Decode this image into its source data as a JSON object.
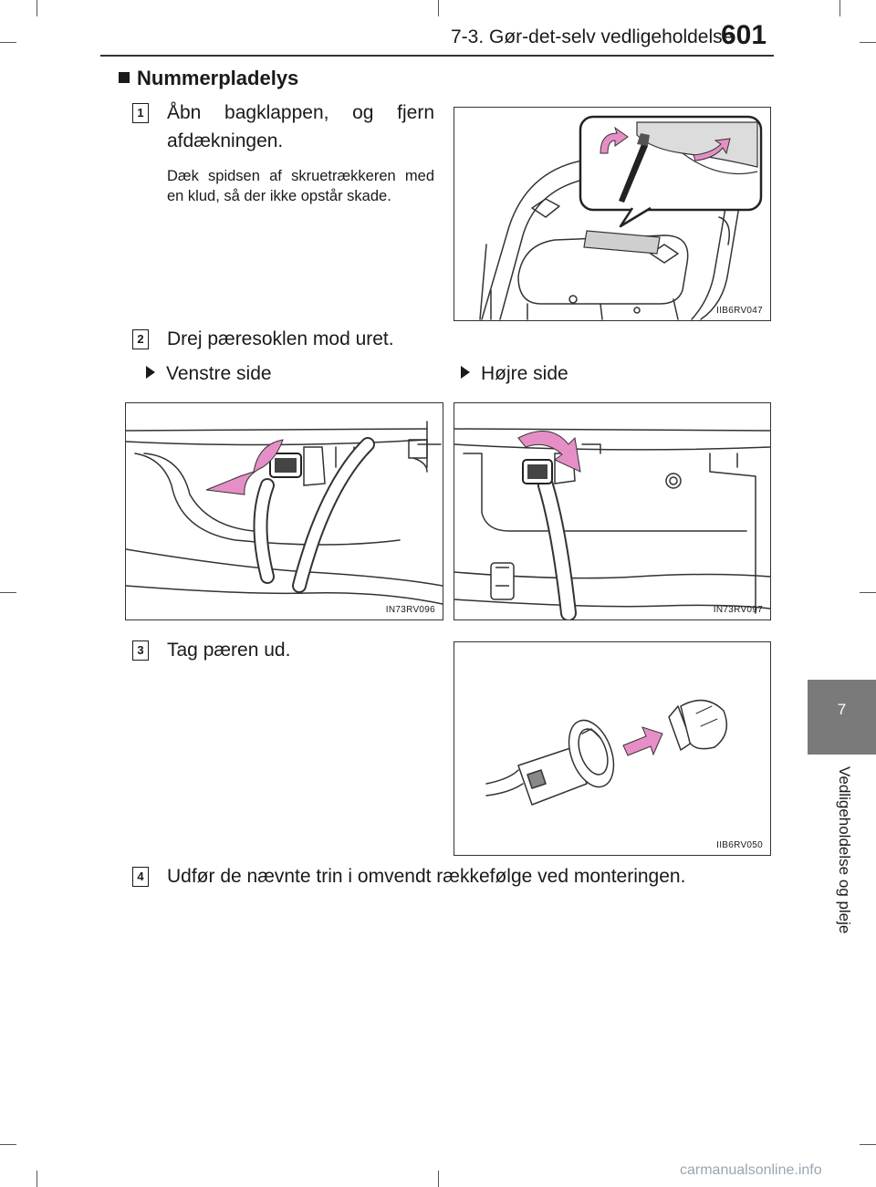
{
  "header": {
    "section": "7-3. Gør-det-selv vedligeholdelse",
    "page_number": "601"
  },
  "side_tab": {
    "chapter": "7",
    "label": "Vedligeholdelse og pleje"
  },
  "section_title": "Nummerpladelys",
  "steps": [
    {
      "num": "1",
      "text_line1": "Åbn bagklappen, og fjern",
      "text_line2": "afdækningen.",
      "note": "Dæk spidsen af skruetrækkeren med en klud, så der ikke opstår skade."
    },
    {
      "num": "2",
      "text": "Drej pæresoklen mod uret."
    },
    {
      "num": "3",
      "text": "Tag pæren ud."
    },
    {
      "num": "4",
      "text": "Udfør de nævnte trin i omvendt rækkefølge ved monteringen."
    }
  ],
  "side_labels": {
    "left": "Venstre side",
    "right": "Højre side"
  },
  "figures": {
    "fig1": "IIB6RV047",
    "fig2": "IN73RV096",
    "fig3": "IN73RV097",
    "fig4": "IIB6RV050"
  },
  "watermark": "carmanualsonline.info",
  "colors": {
    "arrow": "#e58fc6",
    "tab": "#7a7a7a",
    "line": "#333333"
  }
}
